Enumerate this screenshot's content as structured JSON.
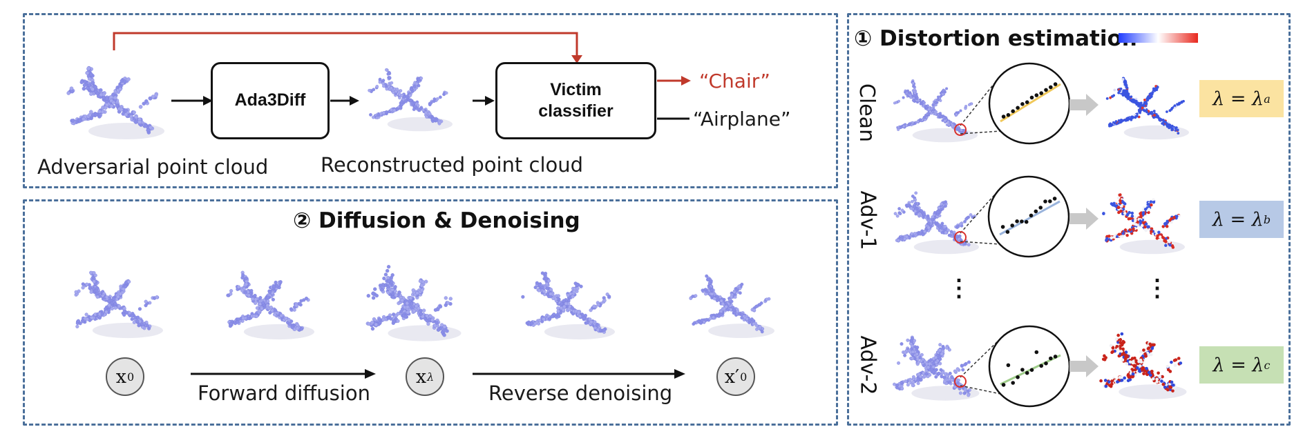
{
  "pipeline": {
    "input_caption": "Adversarial point cloud",
    "purifier_label": "Ada3Diff",
    "output_caption": "Reconstructed point cloud",
    "classifier_label_line1": "Victim",
    "classifier_label_line2": "classifier",
    "wrong_prediction": "“Chair”",
    "correct_prediction": "“Airplane”",
    "wrong_color": "#c0392b"
  },
  "diffusion": {
    "title_number": "②",
    "title": "Diffusion & Denoising",
    "nodes": {
      "x0_base": "x",
      "x0_sub": "0",
      "xl_base": "x",
      "xl_sub": "λ",
      "x0p_base": "x′",
      "x0p_sub": "0"
    },
    "forward_label": "Forward diffusion",
    "reverse_label": "Reverse denoising"
  },
  "distortion": {
    "title_number": "①",
    "title": "Distortion estimation",
    "colorbar": [
      "#1f3cff",
      "#ffffff",
      "#e8281e"
    ],
    "rows": [
      {
        "label": "Clean",
        "lambda_base": "λ = λ",
        "lambda_sub": "a",
        "lambda_color": "#fbe3a1",
        "line_color": "#f0c85a"
      },
      {
        "label": "Adv-1",
        "lambda_base": "λ = λ",
        "lambda_sub": "b",
        "lambda_color": "#b7c9e6",
        "line_color": "#9ab4dc"
      },
      {
        "label": "Adv-2",
        "lambda_base": "λ = λ",
        "lambda_sub": "c",
        "lambda_color": "#c6e0b4",
        "line_color": "#9fcd8a"
      }
    ],
    "ellipsis": "⋮"
  }
}
